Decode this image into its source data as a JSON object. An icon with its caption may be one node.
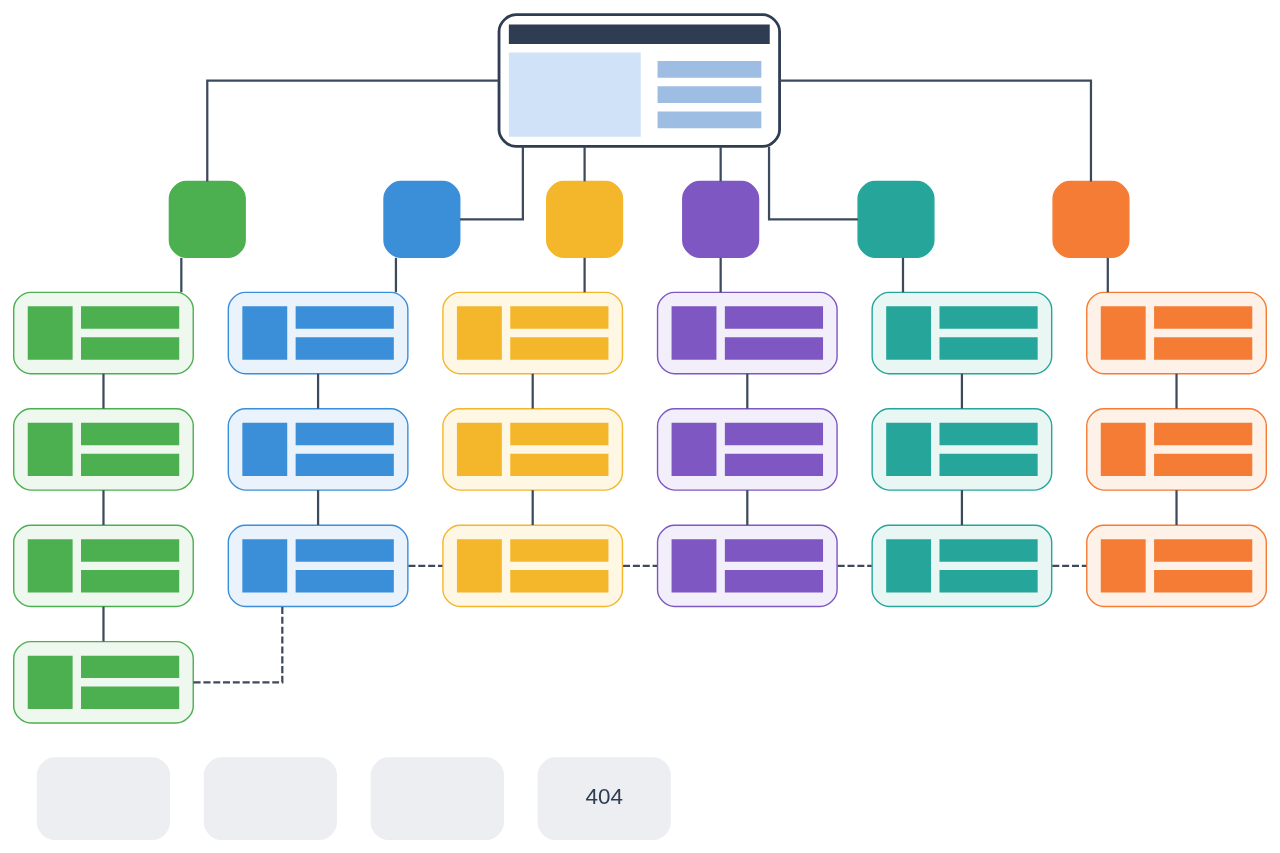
{
  "diagram": {
    "nodes": [
      {
        "text": [],
        "shape": "picture"
      },
      {
        "text": [],
        "shape": "box"
      },
      {
        "text": [],
        "shape": "box"
      },
      {
        "text": [],
        "shape": "box"
      },
      {
        "text": [],
        "shape": "box"
      },
      {
        "text": [],
        "shape": "box"
      },
      {
        "text": [],
        "shape": "box"
      },
      {
        "text": [],
        "shape": "box"
      },
      {
        "text": [],
        "shape": "box"
      },
      {
        "text": [],
        "shape": "box"
      },
      {
        "text": [],
        "shape": "box"
      },
      {
        "text": [],
        "shape": "box"
      },
      {
        "text": [],
        "shape": "box"
      },
      {
        "text": [],
        "shape": "box"
      },
      {
        "text": [],
        "shape": "box"
      },
      {
        "text": [],
        "shape": "box"
      },
      {
        "text": [],
        "shape": "box"
      },
      {
        "text": [],
        "shape": "box"
      },
      {
        "text": [],
        "shape": "box"
      },
      {
        "text": [],
        "shape": "box"
      },
      {
        "text": [],
        "shape": "box"
      },
      {
        "text": [],
        "shape": "box"
      },
      {
        "text": [],
        "shape": "box"
      },
      {
        "text": [],
        "shape": "box"
      },
      {
        "text": [],
        "shape": "box"
      },
      {
        "text": [],
        "shape": "box"
      },
      {
        "text": [],
        "shape": "box"
      },
      {
        "text": [],
        "shape": "box"
      },
      {
        "text": [],
        "shape": "box"
      },
      {
        "text": [
          "404"
        ]
      }
    ],
    "edges": [
      {
        "from": 0,
        "to": 1,
        "arrow": "none"
      },
      {
        "from": 0,
        "to": 2,
        "arrow": "none"
      },
      {
        "from": 0,
        "to": 3,
        "arrow": "none"
      },
      {
        "from": 0,
        "to": 4,
        "arrow": "none"
      },
      {
        "from": 0,
        "to": 5,
        "arrow": "none"
      },
      {
        "from": 0,
        "to": 6,
        "arrow": "none"
      },
      {
        "from": 1,
        "to": 7,
        "arrow": "none"
      },
      {
        "from": 7,
        "to": 8,
        "arrow": "none"
      },
      {
        "from": 8,
        "to": 9,
        "arrow": "none"
      },
      {
        "from": 9,
        "to": 10,
        "arrow": "none"
      },
      {
        "from": 2,
        "to": 11,
        "arrow": "none"
      },
      {
        "from": 11,
        "to": 12,
        "arrow": "none"
      },
      {
        "from": 12,
        "to": 13,
        "arrow": "none"
      },
      {
        "from": 3,
        "to": 14,
        "arrow": "none"
      },
      {
        "from": 14,
        "to": 15,
        "arrow": "none"
      },
      {
        "from": 15,
        "to": 16,
        "arrow": "none"
      },
      {
        "from": 4,
        "to": 17,
        "arrow": "none"
      },
      {
        "from": 17,
        "to": 18,
        "arrow": "none"
      },
      {
        "from": 18,
        "to": 19,
        "arrow": "none"
      },
      {
        "from": 5,
        "to": 20,
        "arrow": "none"
      },
      {
        "from": 20,
        "to": 21,
        "arrow": "none"
      },
      {
        "from": 21,
        "to": 22,
        "arrow": "none"
      },
      {
        "from": 6,
        "to": 23,
        "arrow": "none"
      },
      {
        "from": 23,
        "to": 24,
        "arrow": "none"
      },
      {
        "from": 24,
        "to": 25,
        "arrow": "none"
      },
      {
        "from": 10,
        "to": 13,
        "arrow": "none",
        "style": "dashed"
      },
      {
        "from": 13,
        "to": 16,
        "arrow": "none",
        "style": "dashed"
      },
      {
        "from": 16,
        "to": 19,
        "arrow": "none",
        "style": "dashed"
      },
      {
        "from": 19,
        "to": 22,
        "arrow": "none",
        "style": "dashed"
      },
      {
        "from": 22,
        "to": 25,
        "arrow": "none",
        "style": "dashed"
      }
    ]
  }
}
